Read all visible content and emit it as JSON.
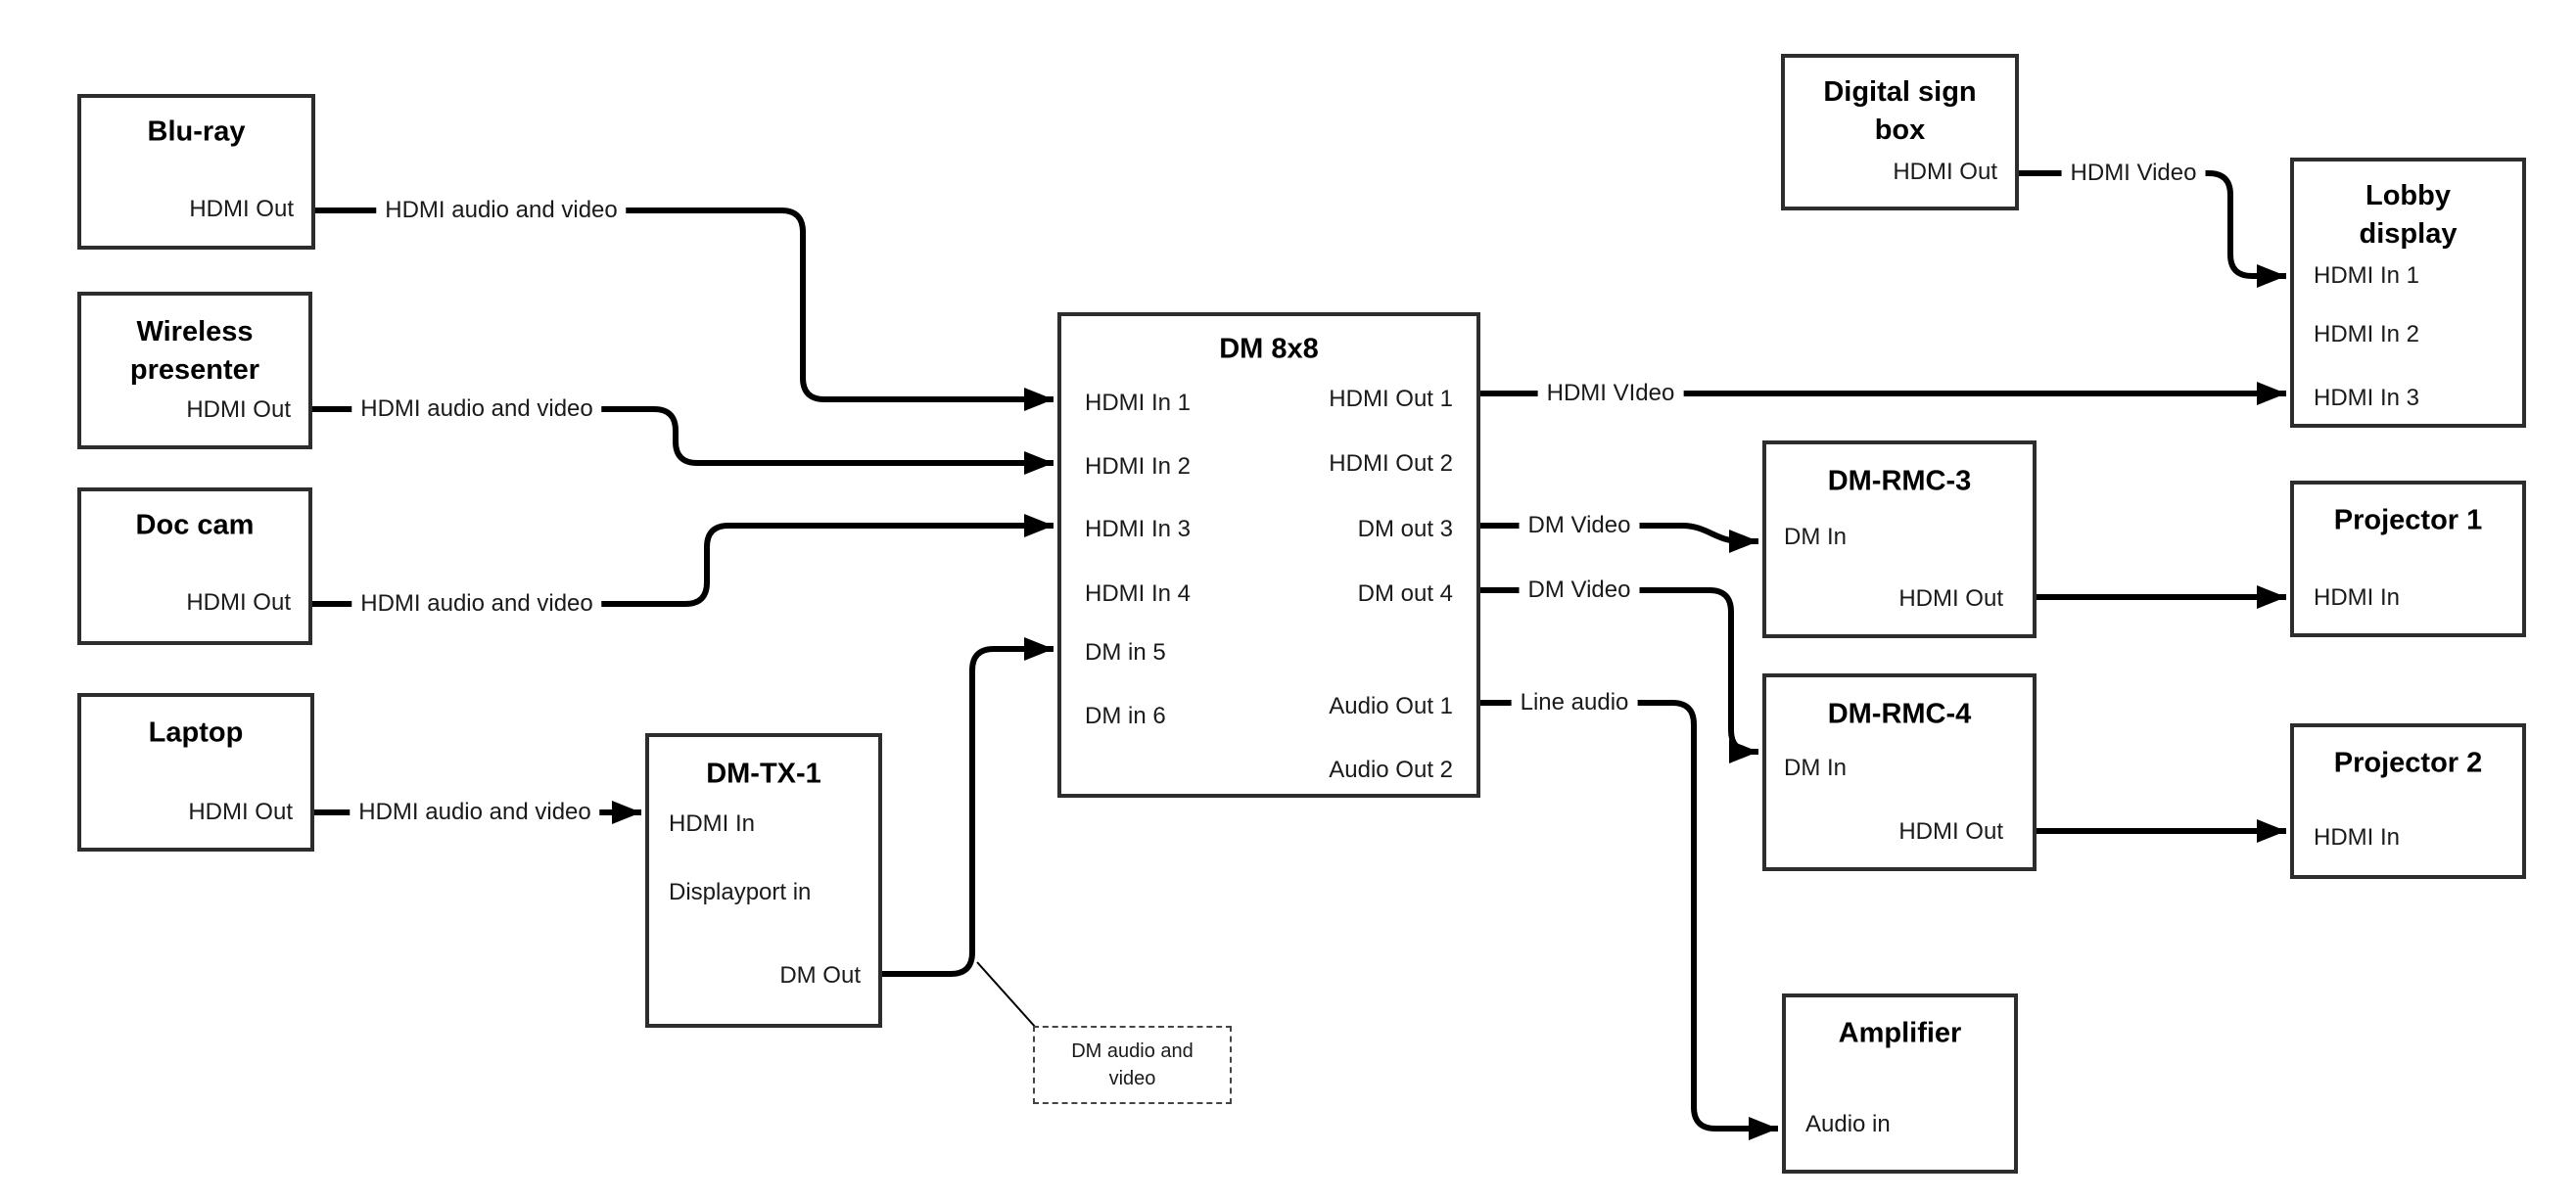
{
  "nodes": {
    "bluray": {
      "title": "Blu-ray",
      "ports": {
        "out": "HDMI Out"
      }
    },
    "wireless": {
      "title": "Wireless presenter",
      "ports": {
        "out": "HDMI Out"
      }
    },
    "doccam": {
      "title": "Doc cam",
      "ports": {
        "out": "HDMI Out"
      }
    },
    "laptop": {
      "title": "Laptop",
      "ports": {
        "out": "HDMI Out"
      }
    },
    "dmtx1": {
      "title": "DM-TX-1",
      "ports": {
        "hdmi_in": "HDMI In",
        "dp_in": "Displayport in",
        "dm_out": "DM Out"
      }
    },
    "dm8x8": {
      "title": "DM 8x8",
      "inputs": [
        "HDMI In 1",
        "HDMI In 2",
        "HDMI In 3",
        "HDMI In 4",
        "DM in 5",
        "DM in 6"
      ],
      "outputs": [
        "HDMI Out 1",
        "HDMI Out 2",
        "DM out 3",
        "DM out 4",
        "Audio Out 1",
        "Audio Out 2"
      ]
    },
    "digital_sign": {
      "title": "Digital sign box",
      "ports": {
        "out": "HDMI Out"
      }
    },
    "lobby": {
      "title": "Lobby display",
      "inputs": [
        "HDMI In 1",
        "HDMI In 2",
        "HDMI In 3"
      ]
    },
    "dmrmc3": {
      "title": "DM-RMC-3",
      "ports": {
        "dm_in": "DM In",
        "hdmi_out": "HDMI Out"
      }
    },
    "dmrmc4": {
      "title": "DM-RMC-4",
      "ports": {
        "dm_in": "DM In",
        "hdmi_out": "HDMI Out"
      }
    },
    "proj1": {
      "title": "Projector 1",
      "ports": {
        "in": "HDMI In"
      }
    },
    "proj2": {
      "title": "Projector 2",
      "ports": {
        "in": "HDMI In"
      }
    },
    "amplifier": {
      "title": "Amplifier",
      "ports": {
        "in": "Audio in"
      }
    }
  },
  "edge_labels": {
    "bluray": "HDMI audio and video",
    "wireless": "HDMI audio and video",
    "doccam": "HDMI audio and video",
    "laptop": "HDMI audio and video",
    "hdmi_out1": "HDMI VIdeo",
    "sign": "HDMI Video",
    "dm_out3": "DM Video",
    "dm_out4": "DM Video",
    "audio_out1": "Line audio"
  },
  "note": {
    "text": "DM audio and video"
  },
  "colors": {
    "background": "#ffffff",
    "line": "#000000",
    "box_border": "#2d2d2d",
    "text": "#000000"
  }
}
